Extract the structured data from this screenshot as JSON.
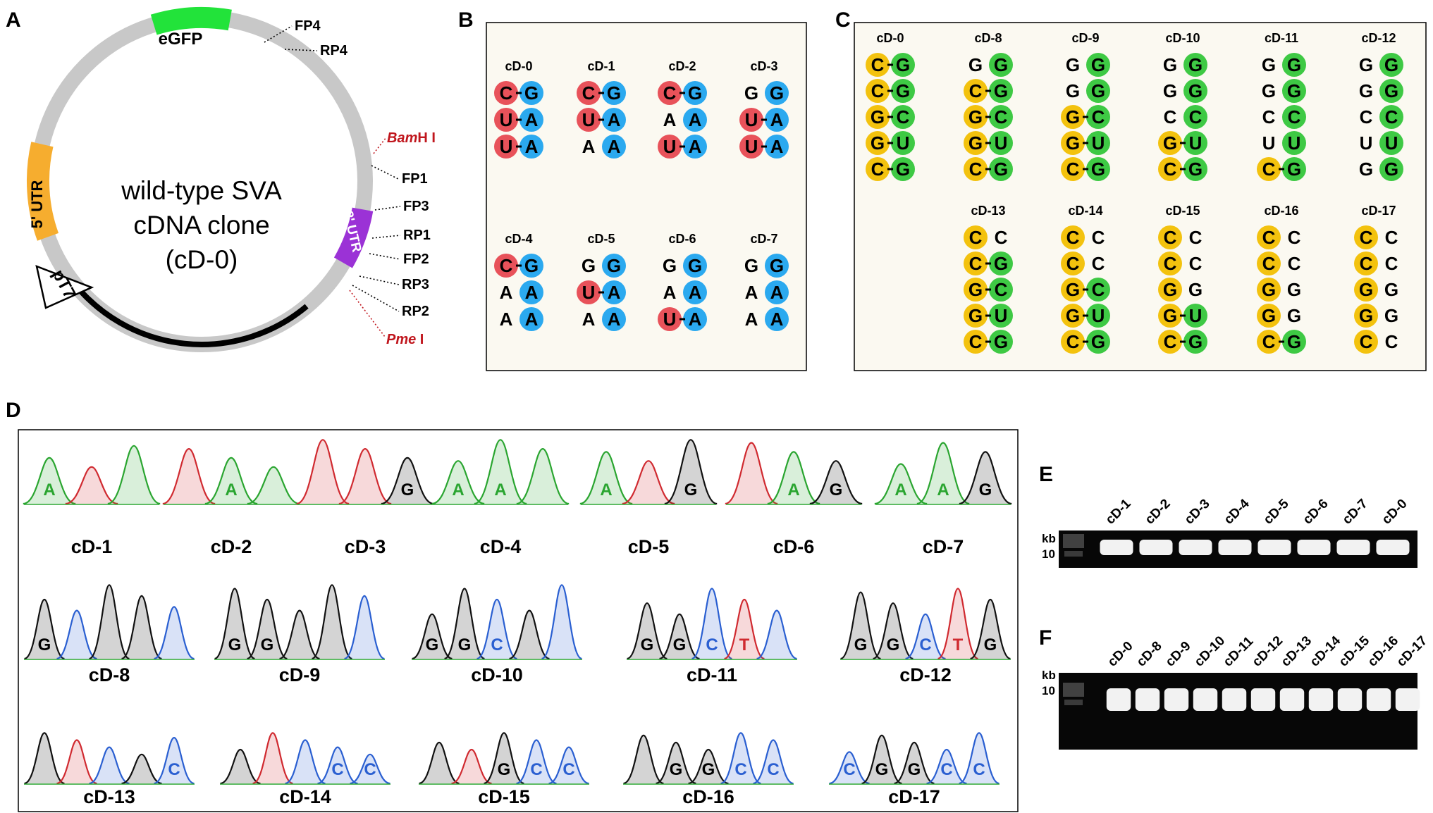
{
  "panels": {
    "A": "A",
    "B": "B",
    "C": "C",
    "D": "D",
    "E": "E",
    "F": "F"
  },
  "colors": {
    "plasmid_gray": "#c8c8c8",
    "egfp": "#22e33a",
    "utr5": "#f6ad2f",
    "utr3": "#9b32d6",
    "site_red": "#c0161d",
    "nuc_red": "#e8525a",
    "nuc_blue": "#2ba9ef",
    "nuc_yellow": "#f3c20e",
    "nuc_green": "#3ec944",
    "panel_bg": "#fbf9f1",
    "trace_A": "#2aa530",
    "trace_C": "#2a5fd1",
    "trace_G": "#111111",
    "trace_T": "#d02a30"
  },
  "plasmid": {
    "center_line1": "wild-type SVA",
    "center_line2": "cDNA clone",
    "center_line3": "(cD-0)",
    "egfp": "eGFP",
    "utr5": "5' UTR",
    "utr3": "3' UTR",
    "promoter": "pT7",
    "primers": [
      "FP4",
      "RP4",
      "FP1",
      "FP3",
      "RP1",
      "FP2",
      "RP3",
      "RP2"
    ],
    "site_bamhi_italic": "Bam",
    "site_bamhi_rest": "H I",
    "site_pmei_italic": "Pme",
    "site_pmei_rest": " I"
  },
  "panelB_clones": [
    {
      "name": "cD-0",
      "rows": [
        [
          "C",
          "G",
          true
        ],
        [
          "U",
          "A",
          true
        ],
        [
          "U",
          "A",
          true
        ]
      ]
    },
    {
      "name": "cD-1",
      "rows": [
        [
          "C",
          "G",
          true
        ],
        [
          "U",
          "A",
          true
        ],
        [
          "A",
          "A",
          false
        ]
      ]
    },
    {
      "name": "cD-2",
      "rows": [
        [
          "C",
          "G",
          true
        ],
        [
          "A",
          "A",
          false
        ],
        [
          "U",
          "A",
          true
        ]
      ]
    },
    {
      "name": "cD-3",
      "rows": [
        [
          "G",
          "G",
          false
        ],
        [
          "U",
          "A",
          true
        ],
        [
          "U",
          "A",
          true
        ]
      ]
    },
    {
      "name": "cD-4",
      "rows": [
        [
          "C",
          "G",
          true
        ],
        [
          "A",
          "A",
          false
        ],
        [
          "A",
          "A",
          false
        ]
      ]
    },
    {
      "name": "cD-5",
      "rows": [
        [
          "G",
          "G",
          false
        ],
        [
          "U",
          "A",
          true
        ],
        [
          "A",
          "A",
          false
        ]
      ]
    },
    {
      "name": "cD-6",
      "rows": [
        [
          "G",
          "G",
          false
        ],
        [
          "A",
          "A",
          false
        ],
        [
          "U",
          "A",
          true
        ]
      ]
    },
    {
      "name": "cD-7",
      "rows": [
        [
          "G",
          "G",
          false
        ],
        [
          "A",
          "A",
          false
        ],
        [
          "A",
          "A",
          false
        ]
      ]
    }
  ],
  "panelC_clones": [
    {
      "name": "cD-0",
      "rows": [
        [
          "C",
          "G",
          true,
          true
        ],
        [
          "C",
          "G",
          true,
          true
        ],
        [
          "G",
          "C",
          true,
          true
        ],
        [
          "G",
          "U",
          true,
          true
        ],
        [
          "C",
          "G",
          true,
          true
        ]
      ]
    },
    {
      "name": "cD-8",
      "rows": [
        [
          "G",
          "G",
          false,
          true
        ],
        [
          "C",
          "G",
          true,
          true
        ],
        [
          "G",
          "C",
          true,
          true
        ],
        [
          "G",
          "U",
          true,
          true
        ],
        [
          "C",
          "G",
          true,
          true
        ]
      ]
    },
    {
      "name": "cD-9",
      "rows": [
        [
          "G",
          "G",
          false,
          true
        ],
        [
          "G",
          "G",
          false,
          true
        ],
        [
          "G",
          "C",
          true,
          true
        ],
        [
          "G",
          "U",
          true,
          true
        ],
        [
          "C",
          "G",
          true,
          true
        ]
      ]
    },
    {
      "name": "cD-10",
      "rows": [
        [
          "G",
          "G",
          false,
          true
        ],
        [
          "G",
          "G",
          false,
          true
        ],
        [
          "C",
          "C",
          false,
          true
        ],
        [
          "G",
          "U",
          true,
          true
        ],
        [
          "C",
          "G",
          true,
          true
        ]
      ]
    },
    {
      "name": "cD-11",
      "rows": [
        [
          "G",
          "G",
          false,
          true
        ],
        [
          "G",
          "G",
          false,
          true
        ],
        [
          "C",
          "C",
          false,
          true
        ],
        [
          "U",
          "U",
          false,
          true
        ],
        [
          "C",
          "G",
          true,
          true
        ]
      ]
    },
    {
      "name": "cD-12",
      "rows": [
        [
          "G",
          "G",
          false,
          true
        ],
        [
          "G",
          "G",
          false,
          true
        ],
        [
          "C",
          "C",
          false,
          true
        ],
        [
          "U",
          "U",
          false,
          true
        ],
        [
          "G",
          "G",
          false,
          true
        ]
      ]
    },
    {
      "name": "cD-13",
      "rows": [
        [
          "C",
          "C",
          true,
          false
        ],
        [
          "C",
          "G",
          true,
          true
        ],
        [
          "G",
          "C",
          true,
          true
        ],
        [
          "G",
          "U",
          true,
          true
        ],
        [
          "C",
          "G",
          true,
          true
        ]
      ]
    },
    {
      "name": "cD-14",
      "rows": [
        [
          "C",
          "C",
          true,
          false
        ],
        [
          "C",
          "C",
          true,
          false
        ],
        [
          "G",
          "C",
          true,
          true
        ],
        [
          "G",
          "U",
          true,
          true
        ],
        [
          "C",
          "G",
          true,
          true
        ]
      ]
    },
    {
      "name": "cD-15",
      "rows": [
        [
          "C",
          "C",
          true,
          false
        ],
        [
          "C",
          "C",
          true,
          false
        ],
        [
          "G",
          "G",
          true,
          false
        ],
        [
          "G",
          "U",
          true,
          true
        ],
        [
          "C",
          "G",
          true,
          true
        ]
      ]
    },
    {
      "name": "cD-16",
      "rows": [
        [
          "C",
          "C",
          true,
          false
        ],
        [
          "C",
          "C",
          true,
          false
        ],
        [
          "G",
          "G",
          true,
          false
        ],
        [
          "G",
          "G",
          true,
          false
        ],
        [
          "C",
          "G",
          true,
          true
        ]
      ]
    },
    {
      "name": "cD-17",
      "rows": [
        [
          "C",
          "C",
          true,
          false
        ],
        [
          "C",
          "C",
          true,
          false
        ],
        [
          "G",
          "G",
          true,
          false
        ],
        [
          "G",
          "G",
          true,
          false
        ],
        [
          "C",
          "C",
          true,
          false
        ]
      ]
    }
  ],
  "chromatograms": [
    {
      "name": "cD-1",
      "peaks": "ATA",
      "labels": [
        "A",
        "",
        ""
      ]
    },
    {
      "name": "cD-2",
      "peaks": "TAA",
      "labels": [
        "",
        "A",
        ""
      ]
    },
    {
      "name": "cD-3",
      "peaks": "TTG",
      "labels": [
        "",
        "",
        "G"
      ]
    },
    {
      "name": "cD-4",
      "peaks": "AAA",
      "labels": [
        "A",
        "A",
        ""
      ]
    },
    {
      "name": "cD-5",
      "peaks": "ATG",
      "labels": [
        "A",
        "",
        "G"
      ]
    },
    {
      "name": "cD-6",
      "peaks": "TAG",
      "labels": [
        "",
        "A",
        "G"
      ]
    },
    {
      "name": "cD-7",
      "peaks": "AAG",
      "labels": [
        "A",
        "A",
        "G"
      ]
    },
    {
      "name": "cD-8",
      "peaks": "GCGGC",
      "labels": [
        "G",
        "",
        "",
        "",
        ""
      ]
    },
    {
      "name": "cD-9",
      "peaks": "GGGGC",
      "labels": [
        "G",
        "G",
        "",
        "",
        ""
      ]
    },
    {
      "name": "cD-10",
      "peaks": "GGCGC",
      "labels": [
        "G",
        "G",
        "C",
        "",
        ""
      ]
    },
    {
      "name": "cD-11",
      "peaks": "GGCTC",
      "labels": [
        "G",
        "G",
        "C",
        "T",
        ""
      ]
    },
    {
      "name": "cD-12",
      "peaks": "GGCTG",
      "labels": [
        "G",
        "G",
        "C",
        "T",
        "G"
      ]
    },
    {
      "name": "cD-13",
      "peaks": "GTCGC",
      "labels": [
        "",
        "",
        "",
        "",
        "C"
      ]
    },
    {
      "name": "cD-14",
      "peaks": "GTCCC",
      "labels": [
        "",
        "",
        "",
        "C",
        "C"
      ]
    },
    {
      "name": "cD-15",
      "peaks": "GTGCC",
      "labels": [
        "",
        "",
        "G",
        "C",
        "C"
      ]
    },
    {
      "name": "cD-16",
      "peaks": "GGGCC",
      "labels": [
        "",
        "G",
        "G",
        "C",
        "C"
      ]
    },
    {
      "name": "cD-17",
      "peaks": "CGGCC",
      "labels": [
        "C",
        "G",
        "G",
        "C",
        "C"
      ]
    }
  ],
  "gelE": {
    "lanes": [
      "cD-1",
      "cD-2",
      "cD-3",
      "cD-4",
      "cD-5",
      "cD-6",
      "cD-7",
      "cD-0"
    ],
    "kb_label": "kb",
    "marker": "10"
  },
  "gelF": {
    "lanes": [
      "cD-0",
      "cD-8",
      "cD-9",
      "cD-10",
      "cD-11",
      "cD-12",
      "cD-13",
      "cD-14",
      "cD-15",
      "cD-16",
      "cD-17"
    ],
    "kb_label": "kb",
    "marker": "10"
  }
}
